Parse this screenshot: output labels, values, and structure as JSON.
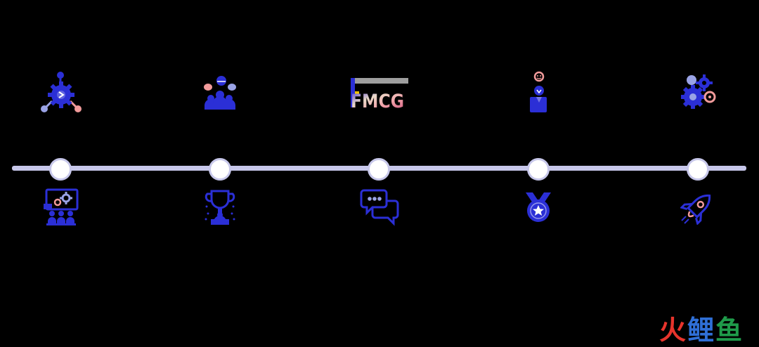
{
  "colors": {
    "background": "#000000",
    "primary_blue": "#2b2fd6",
    "light_lavender": "#c7c7ea",
    "pink": "#f29b9b",
    "pale_blue": "#9aa3e6",
    "node_fill": "#ffffff"
  },
  "logo_text": "FMCG",
  "watermark": {
    "chars": [
      "火",
      "鲤",
      "鱼"
    ],
    "colors": [
      "#e8342c",
      "#2f6fd6",
      "#1f9b4a"
    ]
  },
  "top_icons": [
    "network-gear-icon",
    "team-group-icon",
    "fmcg-logo-icon",
    "person-idea-icon",
    "head-gears-icon"
  ],
  "bottom_icons": [
    "presentation-board-icon",
    "trophy-icon",
    "chat-bubbles-icon",
    "medal-icon",
    "rocket-icon"
  ]
}
